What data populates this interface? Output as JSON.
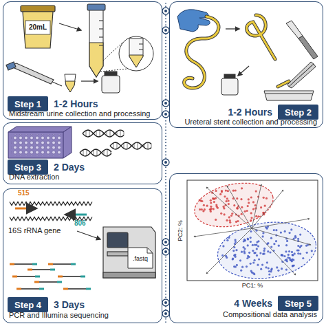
{
  "diagram": {
    "nodes": [
      {
        "text": [
          "1-2 Hours",
          "Midstream urine collection and processing"
        ]
      },
      {
        "text": [
          "Step 1"
        ],
        "in": 0
      },
      {
        "text": [
          "1-2 Hours",
          "Ureteral stent collection and processing"
        ]
      },
      {
        "text": [
          "Step 2"
        ],
        "in": 2
      },
      {
        "text": [
          "2 Days",
          "DNA extraction"
        ]
      },
      {
        "text": [
          "Step 3"
        ],
        "in": 4
      },
      {
        "text": [
          "3 Days",
          "PCR and Illumina sequencing"
        ]
      },
      {
        "text": [
          "Step 4"
        ],
        "in": 6
      },
      {
        "text": [
          "4 Weeks",
          "Compositional data analysis"
        ]
      },
      {
        "text": [
          "Step 5"
        ],
        "in": 8
      }
    ],
    "labels": [
      "20mL",
      "515",
      "806",
      "16S rRNA gene",
      ".fastq",
      "PC2: %",
      "PC1: %"
    ]
  }
}
